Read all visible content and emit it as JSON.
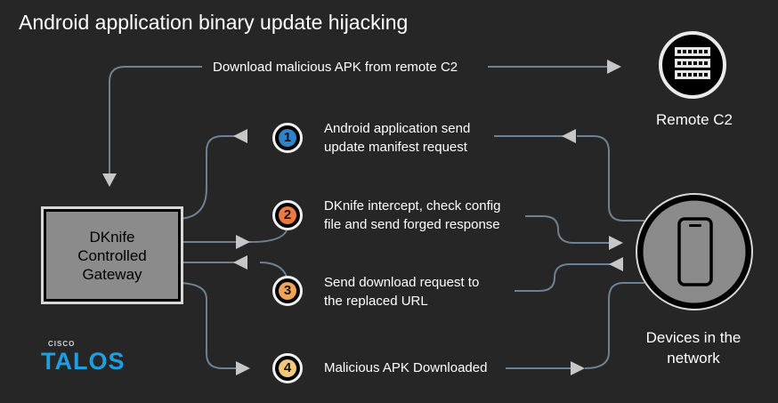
{
  "title": "Android application binary update hijacking",
  "top_flow_label": "Download malicious APK from remote C2",
  "gateway": {
    "line1": "DKnife",
    "line2": "Controlled",
    "line3": "Gateway"
  },
  "remote": {
    "label": "Remote C2"
  },
  "devices": {
    "line1": "Devices in the",
    "line2": "network"
  },
  "steps": [
    {
      "number": "1",
      "line1": "Android application send",
      "line2": "update manifest request",
      "color": "#2f83c7"
    },
    {
      "number": "2",
      "line1": "DKnife intercept, check config",
      "line2": "file and send forged response",
      "color": "#ec7a3f"
    },
    {
      "number": "3",
      "line1": "Send download request to",
      "line2": "the replaced URL",
      "color": "#f0a256"
    },
    {
      "number": "4",
      "line1": "Malicious APK Downloaded",
      "line2": "",
      "color": "#f3c978"
    }
  ],
  "brand": {
    "company": "CISCO",
    "product": "TALOS"
  },
  "colors": {
    "background": "#262626",
    "wire": "#6d8192",
    "arrow": "#c7c7c7"
  }
}
